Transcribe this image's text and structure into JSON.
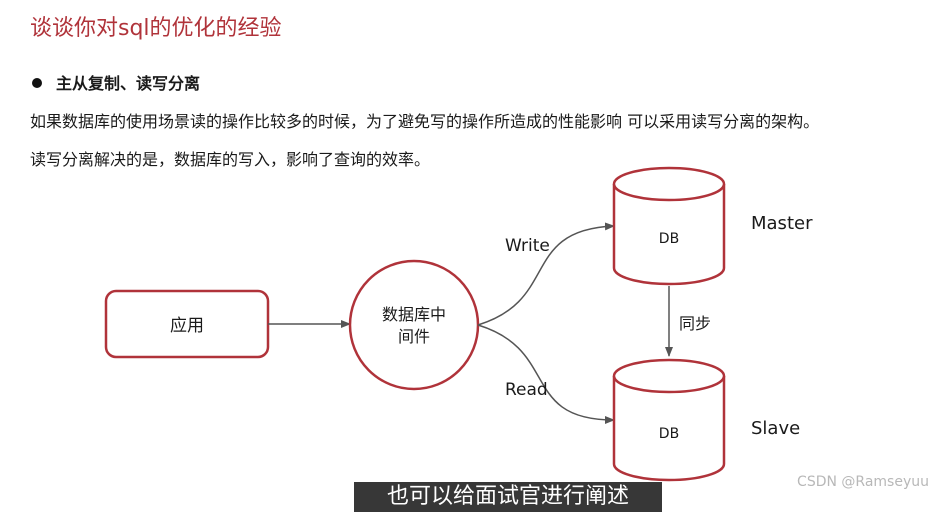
{
  "title": "谈谈你对sql的优化的经验",
  "bullet": "主从复制、读写分离",
  "paragraphs": [
    "如果数据库的使用场景读的操作比较多的时候，为了避免写的操作所造成的性能影响 可以采用读写分离的架构。",
    "读写分离解决的是，数据库的写入，影响了查询的效率。"
  ],
  "diagram": {
    "app_label": "应用",
    "middleware_label_line1": "数据库中",
    "middleware_label_line2": "间件",
    "write_label": "Write",
    "read_label": "Read",
    "master_db_label": "DB",
    "slave_db_label": "DB",
    "master_label": "Master",
    "slave_label": "Slave",
    "sync_label": "同步"
  },
  "colors": {
    "accent": "#b0333a",
    "arrow": "#555555"
  },
  "subtitle": "也可以给面试官进行阐述",
  "watermark": "CSDN @Ramseyuu"
}
